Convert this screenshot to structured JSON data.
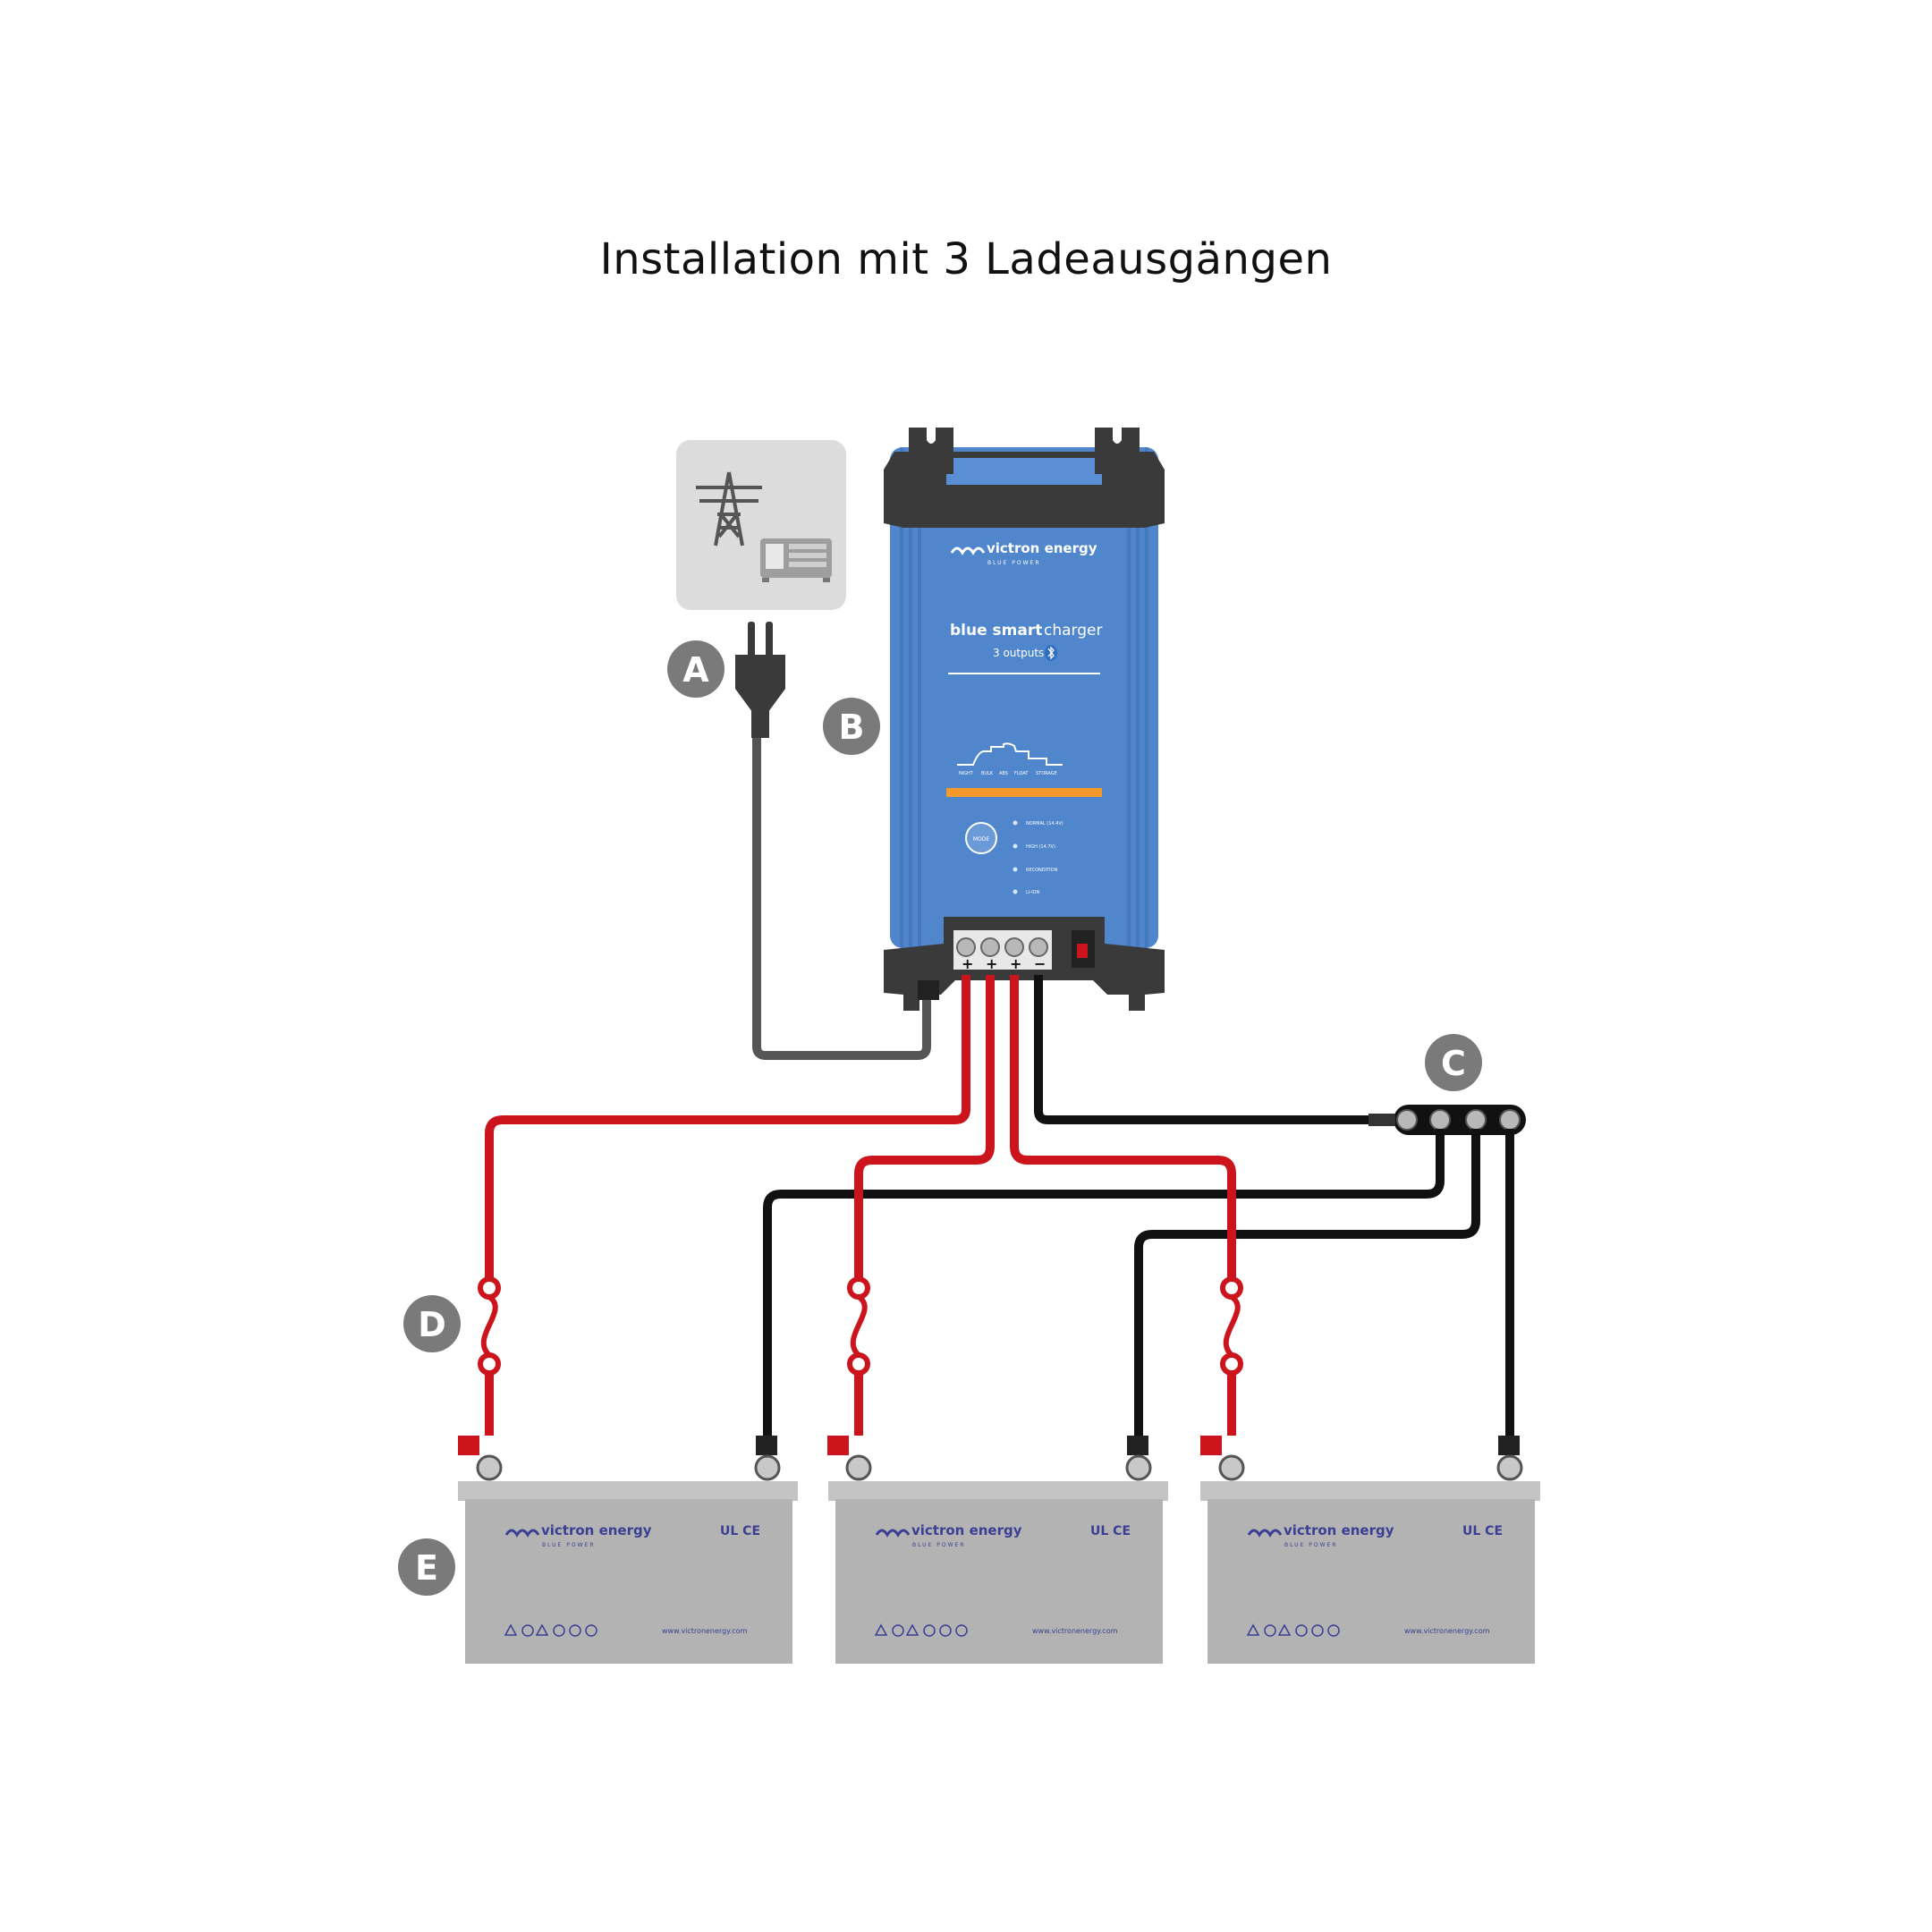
{
  "title": "Installation mit 3 Ladeausgängen",
  "labels": {
    "a": "A",
    "b": "B",
    "c": "C",
    "d": "D",
    "e": "E"
  },
  "charger": {
    "brand": "victron energy",
    "brand_sub": "BLUE POWER",
    "product_bold": "blue smart",
    "product_light": "charger",
    "outputs": "3 outputs",
    "stages": [
      "NIGHT",
      "BULK",
      "ABS",
      "FLOAT",
      "STORAGE"
    ],
    "mode_button": "MODE",
    "modes": [
      "NORMAL (14.4V)",
      "HIGH (14.7V)",
      "RECONDITION",
      "LI-ION"
    ],
    "terminals": [
      "+",
      "+",
      "+",
      "−"
    ]
  },
  "battery": {
    "brand": "victron energy",
    "brand_sub": "BLUE POWER",
    "marks": "UL CE",
    "website": "www.victronenergy.com"
  },
  "colors": {
    "charger_blue": "#4f86cc",
    "housing_dark": "#3a3a3a",
    "cable_red": "#cc141c",
    "cable_black": "#111111",
    "cable_ac": "#555555",
    "battery_grey": "#b3b3b3",
    "label_grey": "#7a7a7a",
    "accent_orange": "#f39a2b"
  },
  "icons": [
    "power-pylon-icon",
    "generator-icon",
    "plug-icon",
    "bluetooth-icon",
    "fuse-icon",
    "busbar-icon"
  ]
}
